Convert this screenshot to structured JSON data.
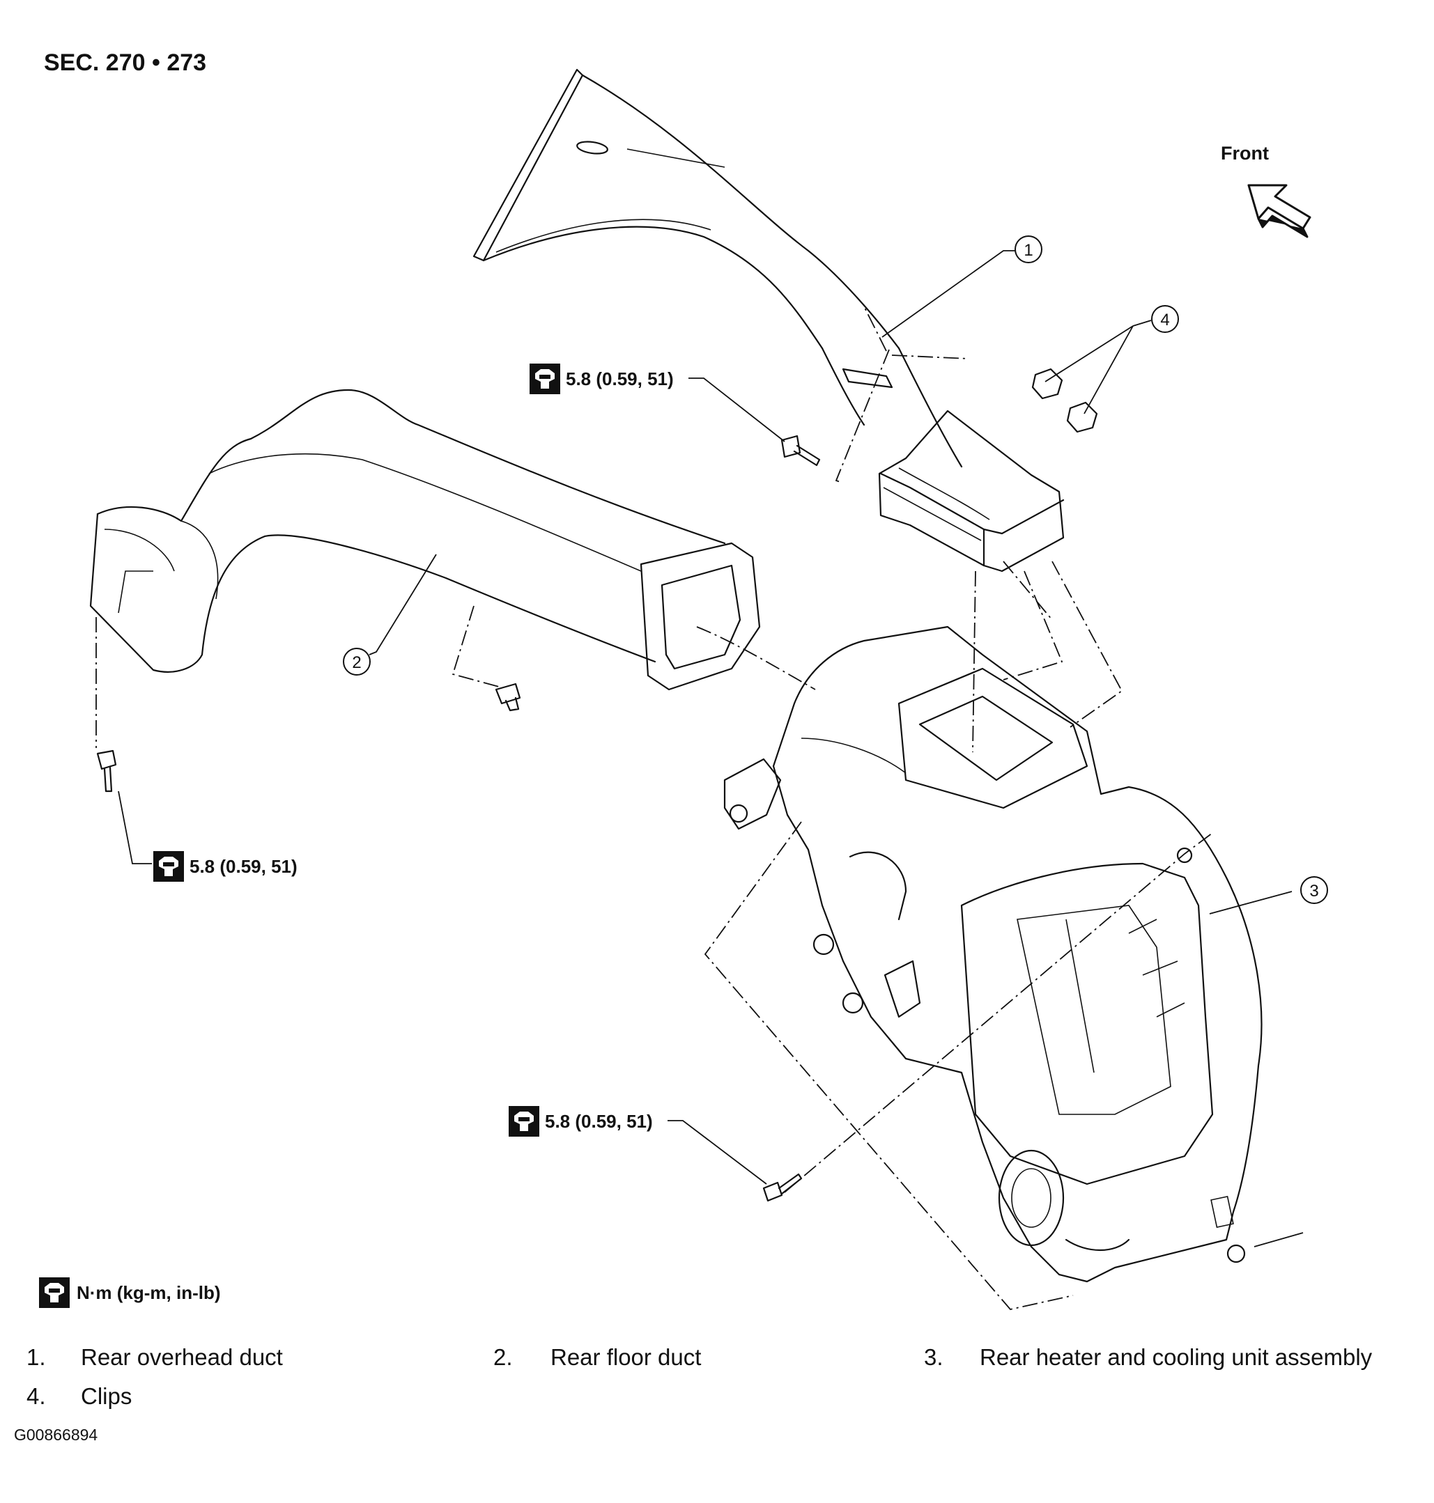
{
  "section_title": "SEC. 270 • 273",
  "direction_label": "Front",
  "callouts": {
    "c1": "1",
    "c2": "2",
    "c3": "3",
    "c4": "4"
  },
  "torque_specs": {
    "upper": "5.8 (0.59, 51)",
    "left": "5.8 (0.59, 51)",
    "lower": "5.8 (0.59, 51)"
  },
  "units_legend": "N·m (kg-m, in-lb)",
  "legend": [
    {
      "num": "1.",
      "label": "Rear overhead duct"
    },
    {
      "num": "2.",
      "label": "Rear floor duct"
    },
    {
      "num": "3.",
      "label": "Rear heater and cooling unit assembly"
    },
    {
      "num": "4.",
      "label": "Clips"
    }
  ],
  "figure_id": "G00866894",
  "icons": {
    "torque": "torque-wrench-icon",
    "direction": "front-arrow-icon"
  }
}
